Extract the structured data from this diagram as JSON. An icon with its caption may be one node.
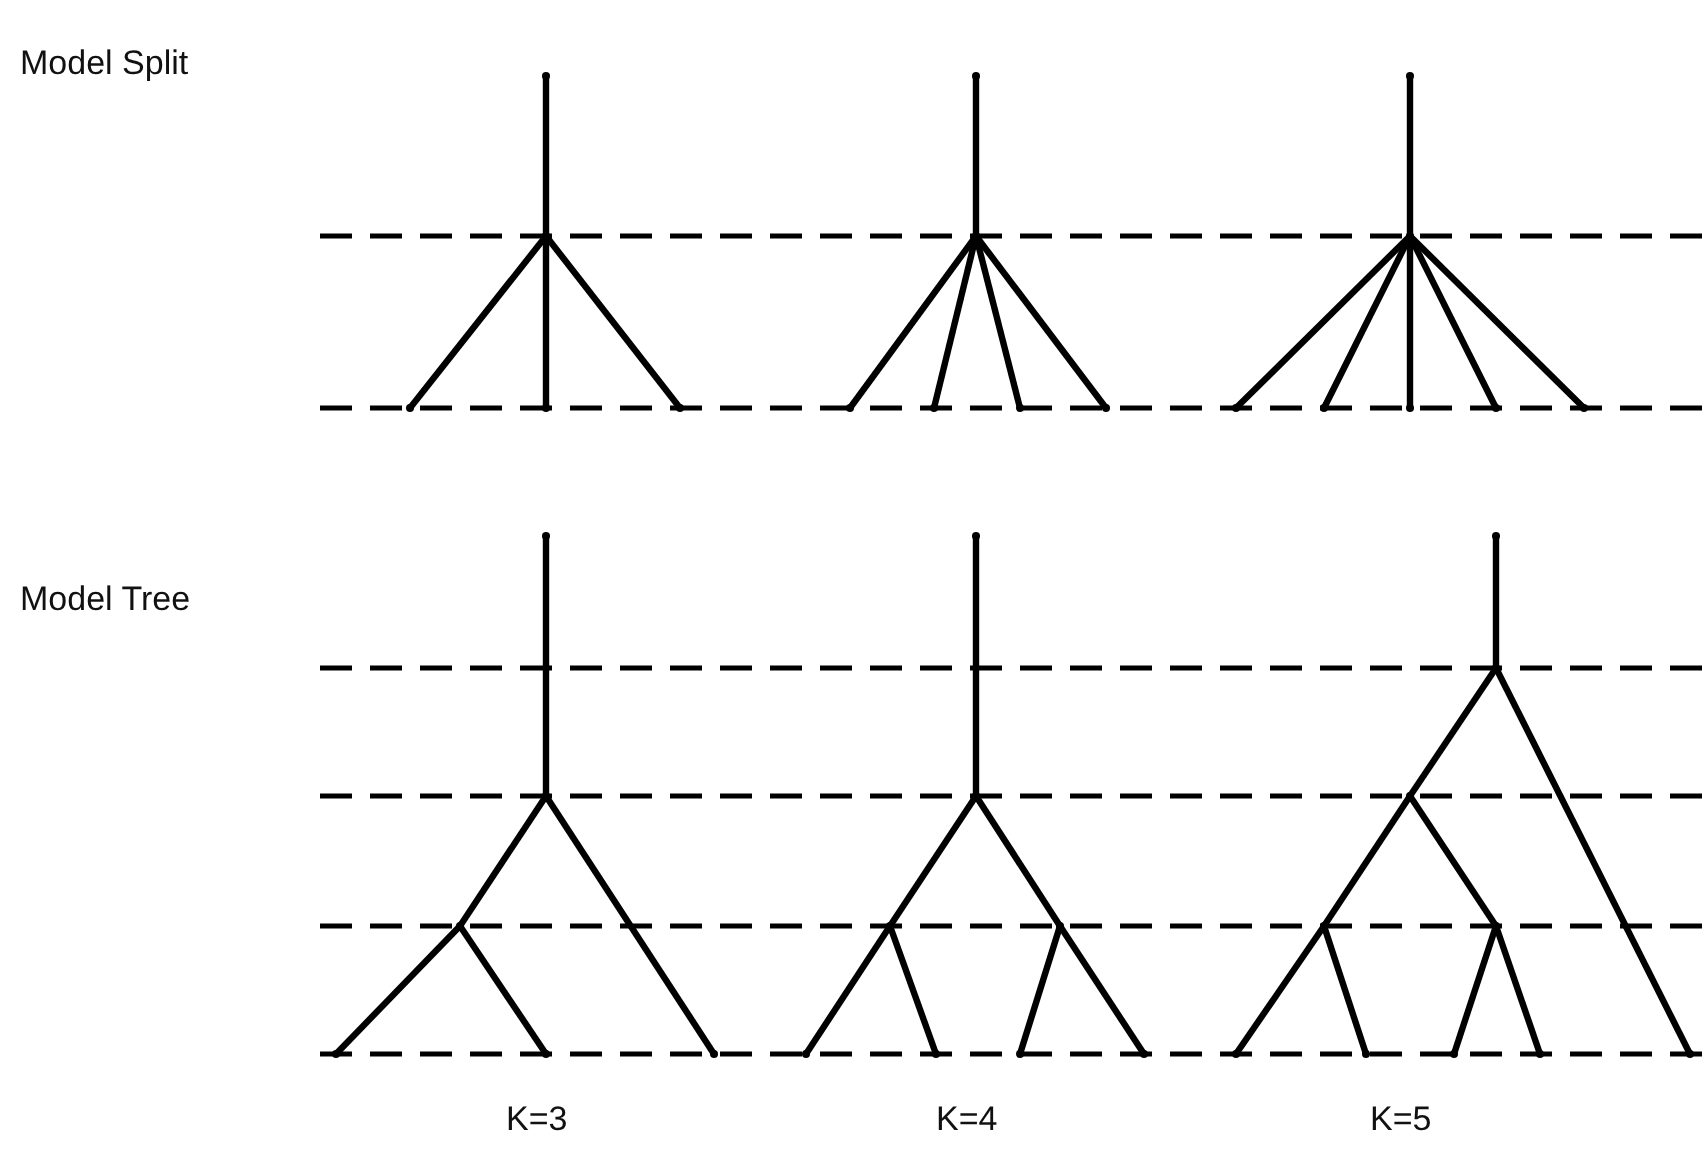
{
  "diagram": {
    "nodes": [
      {
        "text": [],
        "shape": "point"
      },
      {
        "text": [],
        "shape": "point"
      },
      {
        "text": [],
        "shape": "point"
      },
      {
        "text": [],
        "shape": "point"
      },
      {
        "text": [],
        "shape": "point"
      },
      {
        "text": [],
        "shape": "point"
      },
      {
        "text": [],
        "shape": "point"
      },
      {
        "text": [],
        "shape": "point"
      },
      {
        "text": [],
        "shape": "point"
      },
      {
        "text": [],
        "shape": "point"
      },
      {
        "text": [],
        "shape": "point"
      },
      {
        "text": [],
        "shape": "point"
      },
      {
        "text": [],
        "shape": "point"
      },
      {
        "text": [],
        "shape": "point"
      },
      {
        "text": [],
        "shape": "point"
      },
      {
        "text": [],
        "shape": "point"
      },
      {
        "text": [],
        "shape": "point"
      },
      {
        "text": [],
        "shape": "point"
      },
      {
        "text": [],
        "shape": "point"
      },
      {
        "text": [],
        "shape": "point"
      },
      {
        "text": [],
        "shape": "point"
      },
      {
        "text": [],
        "shape": "point"
      },
      {
        "text": [],
        "shape": "point"
      },
      {
        "text": [],
        "shape": "point"
      },
      {
        "text": [],
        "shape": "point"
      },
      {
        "text": [],
        "shape": "point"
      },
      {
        "text": [],
        "shape": "point"
      },
      {
        "text": [],
        "shape": "point"
      },
      {
        "text": [],
        "shape": "point"
      },
      {
        "text": [],
        "shape": "point"
      },
      {
        "text": [],
        "shape": "point"
      },
      {
        "text": [],
        "shape": "point"
      },
      {
        "text": [],
        "shape": "point"
      },
      {
        "text": [],
        "shape": "point"
      },
      {
        "text": [],
        "shape": "point"
      },
      {
        "text": [],
        "shape": "point"
      },
      {
        "text": [],
        "shape": "point"
      },
      {
        "text": [],
        "shape": "point"
      },
      {
        "text": [],
        "shape": "point"
      },
      {
        "text": [],
        "shape": "point"
      },
      {
        "text": [],
        "shape": "point"
      },
      {
        "text": [],
        "shape": "point"
      }
    ],
    "edges": [
      {
        "from": 0,
        "to": 1,
        "arrow": "none"
      },
      {
        "from": 1,
        "to": 2,
        "arrow": "none"
      },
      {
        "from": 1,
        "to": 3,
        "arrow": "none"
      },
      {
        "from": 1,
        "to": 4,
        "arrow": "none"
      },
      {
        "from": 5,
        "to": 6,
        "arrow": "none"
      },
      {
        "from": 6,
        "to": 7,
        "arrow": "none"
      },
      {
        "from": 6,
        "to": 8,
        "arrow": "none"
      },
      {
        "from": 6,
        "to": 9,
        "arrow": "none"
      },
      {
        "from": 6,
        "to": 10,
        "arrow": "none"
      },
      {
        "from": 11,
        "to": 12,
        "arrow": "none"
      },
      {
        "from": 12,
        "to": 13,
        "arrow": "none"
      },
      {
        "from": 12,
        "to": 14,
        "arrow": "none"
      },
      {
        "from": 12,
        "to": 15,
        "arrow": "none"
      },
      {
        "from": 12,
        "to": 16,
        "arrow": "none"
      },
      {
        "from": 12,
        "to": 17,
        "arrow": "none"
      },
      {
        "from": 18,
        "to": 19,
        "arrow": "none"
      },
      {
        "from": 19,
        "to": 20,
        "arrow": "none"
      },
      {
        "from": 20,
        "to": 21,
        "arrow": "none"
      },
      {
        "from": 20,
        "to": 22,
        "arrow": "none"
      },
      {
        "from": 19,
        "to": 23,
        "arrow": "none"
      },
      {
        "from": 24,
        "to": 25,
        "arrow": "none"
      },
      {
        "from": 25,
        "to": 26,
        "arrow": "none"
      },
      {
        "from": 26,
        "to": 27,
        "arrow": "none"
      },
      {
        "from": 26,
        "to": 28,
        "arrow": "none"
      },
      {
        "from": 25,
        "to": 29,
        "arrow": "none"
      },
      {
        "from": 29,
        "to": 30,
        "arrow": "none"
      },
      {
        "from": 29,
        "to": 31,
        "arrow": "none"
      },
      {
        "from": 32,
        "to": 33,
        "arrow": "none"
      },
      {
        "from": 33,
        "to": 34,
        "arrow": "none"
      },
      {
        "from": 34,
        "to": 35,
        "arrow": "none"
      },
      {
        "from": 35,
        "to": 36,
        "arrow": "none"
      },
      {
        "from": 35,
        "to": 37,
        "arrow": "none"
      },
      {
        "from": 34,
        "to": 38,
        "arrow": "none"
      },
      {
        "from": 38,
        "to": 39,
        "arrow": "none"
      },
      {
        "from": 38,
        "to": 40,
        "arrow": "none"
      },
      {
        "from": 33,
        "to": 41,
        "arrow": "none"
      }
    ],
    "labels": [
      "Model Split",
      "Model Tree",
      "K=3",
      "K=4",
      "K=5"
    ]
  }
}
